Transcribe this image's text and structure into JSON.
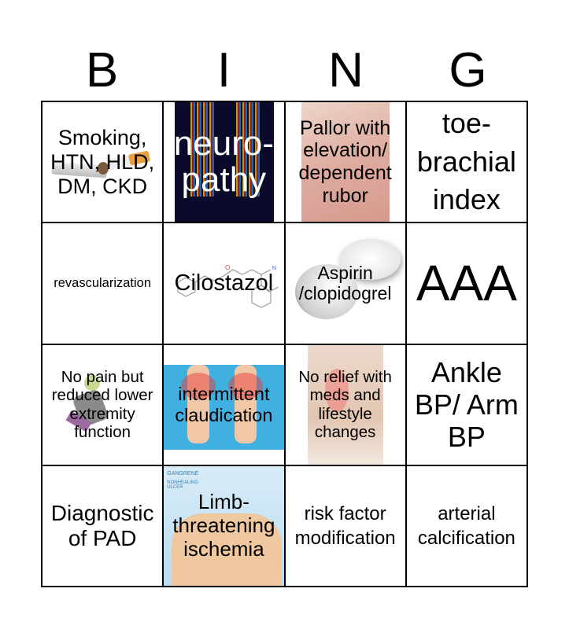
{
  "header": [
    "B",
    "I",
    "N",
    "G"
  ],
  "cells": [
    {
      "text": "Smoking, HTN, HLD, DM, CKD",
      "image": "cigarette"
    },
    {
      "text": "neuro-pathy",
      "image": "leg-nerves"
    },
    {
      "text": "Pallor with elevation/ dependent rubor",
      "image": "red-foot"
    },
    {
      "text": "toe-brachial index"
    },
    {
      "text": "revascularization"
    },
    {
      "text": "Cilostazol",
      "image": "molecule-structure"
    },
    {
      "text": "Aspirin /clopidogrel",
      "image": "aspirin-tablets"
    },
    {
      "text": "AAA"
    },
    {
      "text": "No pain but reduced lower extremity function",
      "image": "fallen-person"
    },
    {
      "text": "intermittent claudication",
      "image": "calf-pain"
    },
    {
      "text": "No relief with meds and lifestyle changes",
      "image": "leg-pain"
    },
    {
      "text": "Ankle BP/ Arm BP"
    },
    {
      "text": "Diagnostic of PAD"
    },
    {
      "text": "Limb-threatening ischemia",
      "image": "gangrene-foot",
      "image_labels": [
        "GANGRENE",
        "NONHEALING ULCER"
      ]
    },
    {
      "text": "risk factor modification"
    },
    {
      "text": "arterial calcification"
    }
  ]
}
